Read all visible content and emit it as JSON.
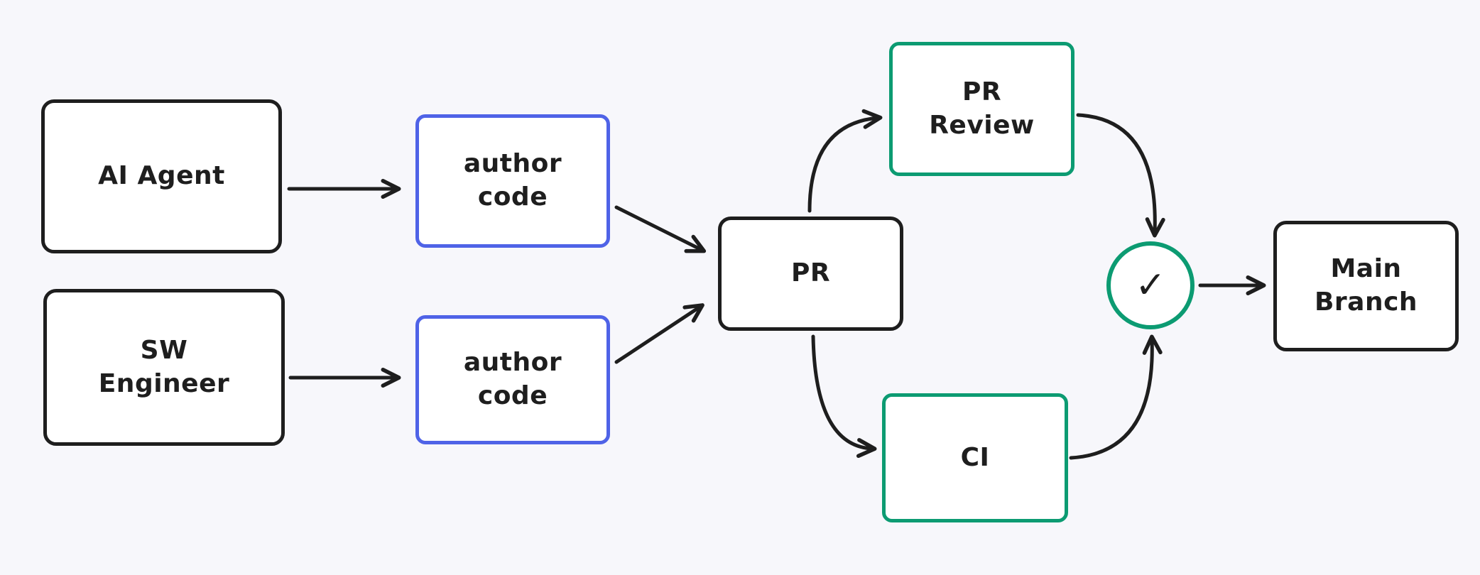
{
  "diagram": {
    "background": "#f7f7fb",
    "colors": {
      "stroke_black": "#1e1e1e",
      "stroke_blue": "#4f63e7",
      "stroke_green": "#0c9b72",
      "node_fill": "#ffffff"
    },
    "nodes": {
      "ai_agent": {
        "label": "AI Agent"
      },
      "sw_engineer": {
        "label": "SW\nEngineer"
      },
      "author_code_top": {
        "label": "author\ncode"
      },
      "author_code_bottom": {
        "label": "author\ncode"
      },
      "pr": {
        "label": "PR"
      },
      "pr_review": {
        "label": "PR\nReview"
      },
      "ci": {
        "label": "CI"
      },
      "approval_check": {
        "icon": "check-icon",
        "glyph": "✓"
      },
      "main_branch": {
        "label": "Main\nBranch"
      }
    },
    "edges": [
      {
        "from": "ai_agent",
        "to": "author_code_top"
      },
      {
        "from": "sw_engineer",
        "to": "author_code_bottom"
      },
      {
        "from": "author_code_top",
        "to": "pr"
      },
      {
        "from": "author_code_bottom",
        "to": "pr"
      },
      {
        "from": "pr",
        "to": "pr_review"
      },
      {
        "from": "pr",
        "to": "ci"
      },
      {
        "from": "pr_review",
        "to": "approval_check"
      },
      {
        "from": "ci",
        "to": "approval_check"
      },
      {
        "from": "approval_check",
        "to": "main_branch"
      }
    ]
  }
}
